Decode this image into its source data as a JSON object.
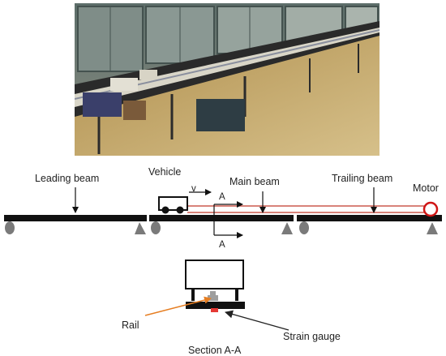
{
  "labels": {
    "leading_beam": "Leading beam",
    "vehicle": "Vehicle",
    "velocity": "v",
    "main_beam": "Main beam",
    "trailing_beam": "Trailing beam",
    "motor": "Motor",
    "section_marker_top": "A",
    "section_marker_bottom": "A",
    "rail": "Rail",
    "strain_gauge": "Strain gauge",
    "section_title": "Section A-A"
  },
  "colors": {
    "beam": "#111111",
    "cable": "#c0392b",
    "motor": "#d01616",
    "support": "#7a7a7a",
    "rail_pointer": "#e67e22",
    "strain_gauge": "#e53935"
  }
}
